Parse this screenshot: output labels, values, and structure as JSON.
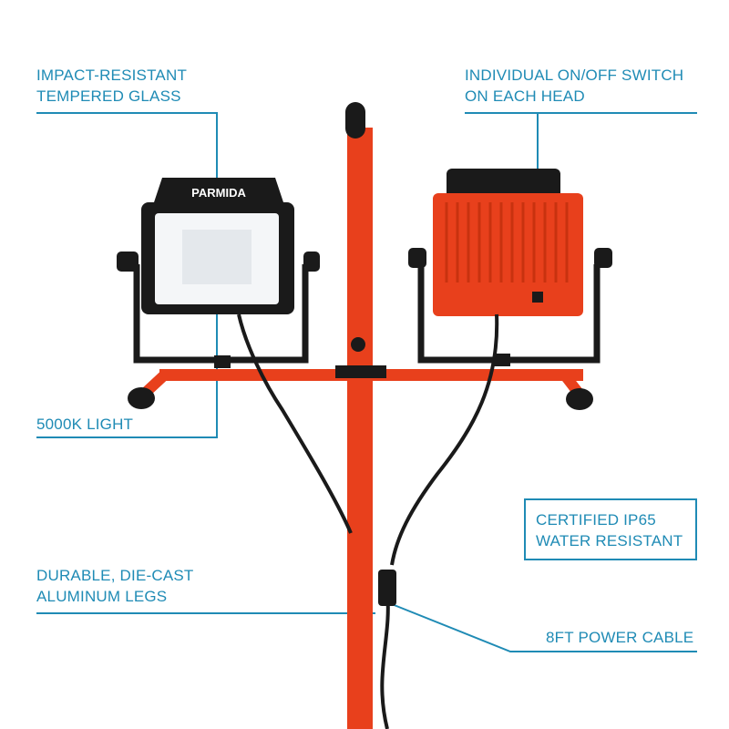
{
  "brand": "PARMIDA",
  "colors": {
    "accent": "#1f8bb5",
    "frame": "#e8401c",
    "black": "#1a1a1a"
  },
  "callouts": {
    "glass": [
      "IMPACT-RESISTANT",
      "TEMPERED GLASS"
    ],
    "switch": [
      "INDIVIDUAL ON/OFF SWITCH",
      "ON EACH HEAD"
    ],
    "light": "5000K LIGHT",
    "ip65": [
      "CERTIFIED IP65",
      "WATER RESISTANT"
    ],
    "legs": [
      "DURABLE, DIE-CAST",
      "ALUMINUM LEGS"
    ],
    "cable": "8FT POWER CABLE"
  }
}
